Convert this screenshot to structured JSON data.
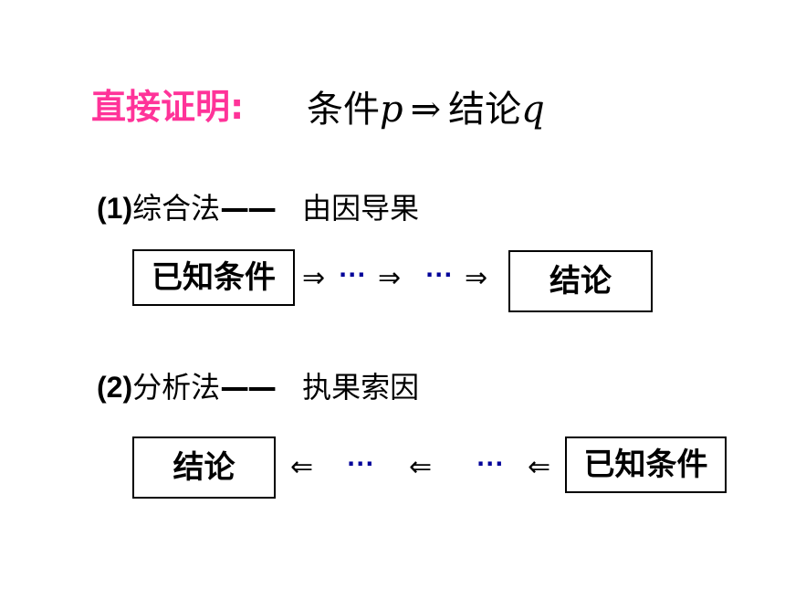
{
  "title": "直接证明:",
  "formula": {
    "condition": "条件",
    "p": "p",
    "arrow": "⇒",
    "conclusion": "结论",
    "q": "q"
  },
  "method1": {
    "label": "(1)",
    "name": "综合法",
    "dash": "——",
    "desc": "由因导果",
    "box_start": "已知条件",
    "box_end": "结论",
    "arrow": "⇒",
    "dots": "···"
  },
  "method2": {
    "label": "(2)",
    "name": "分析法",
    "dash": "——",
    "desc": "执果索因",
    "box_start": "结论",
    "box_end": "已知条件",
    "arrow": "⇐",
    "dots": "···"
  }
}
